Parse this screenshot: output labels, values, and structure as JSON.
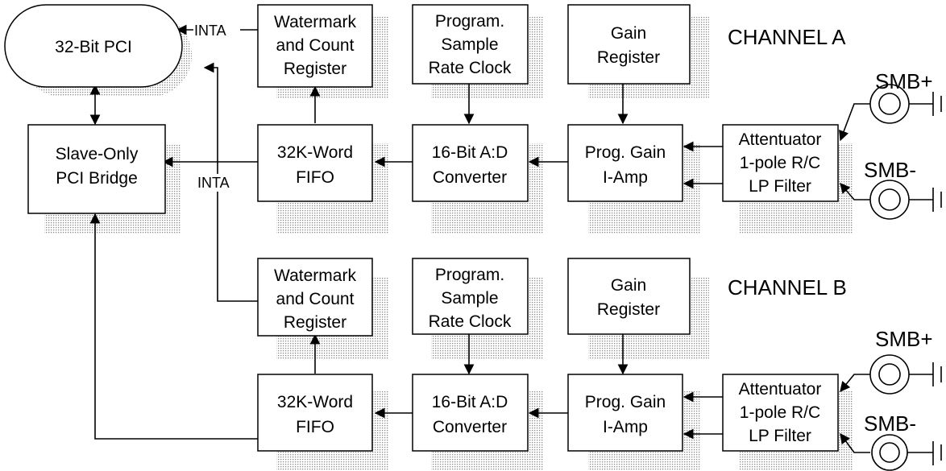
{
  "pci": {
    "label": "32-Bit PCI"
  },
  "bridge": {
    "line1": "Slave-Only",
    "line2": "PCI Bridge"
  },
  "inta": "INTA",
  "channel_a": {
    "title": "CHANNEL A",
    "watermark": [
      "Watermark",
      "and Count",
      "Register"
    ],
    "clock": [
      "Program.",
      "Sample",
      "Rate Clock"
    ],
    "gain_reg": [
      "Gain",
      "Register"
    ],
    "fifo": [
      "32K-Word",
      "FIFO"
    ],
    "adc": [
      "16-Bit A:D",
      "Converter"
    ],
    "amp": [
      "Prog. Gain",
      "I-Amp"
    ],
    "filter": [
      "Attentuator",
      "1-pole R/C",
      "LP Filter"
    ],
    "smb_plus": "SMB+",
    "smb_minus": "SMB-"
  },
  "channel_b": {
    "title": "CHANNEL B",
    "watermark": [
      "Watermark",
      "and Count",
      "Register"
    ],
    "clock": [
      "Program.",
      "Sample",
      "Rate Clock"
    ],
    "gain_reg": [
      "Gain",
      "Register"
    ],
    "fifo": [
      "32K-Word",
      "FIFO"
    ],
    "adc": [
      "16-Bit A:D",
      "Converter"
    ],
    "amp": [
      "Prog. Gain",
      "I-Amp"
    ],
    "filter": [
      "Attentuator",
      "1-pole R/C",
      "LP Filter"
    ],
    "smb_plus": "SMB+",
    "smb_minus": "SMB-"
  }
}
